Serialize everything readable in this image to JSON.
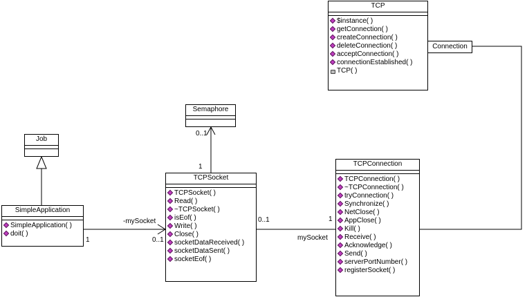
{
  "classes": {
    "tcp": {
      "name": "TCP",
      "ops": [
        "$instance( )",
        "getConnection( )",
        "createConnection( )",
        "deleteConnection( )",
        "acceptConnection( )",
        "connectionEstablished( )",
        "TCP( )"
      ]
    },
    "semaphore": {
      "name": "Semaphore"
    },
    "job": {
      "name": "Job"
    },
    "simple_application": {
      "name": "SimpleApplication",
      "ops": [
        "SimpleApplication( )",
        "doit( )"
      ]
    },
    "tcp_socket": {
      "name": "TCPSocket",
      "ops": [
        "TCPSocket( )",
        "Read( )",
        "~TCPSocket( )",
        "isEof( )",
        "Write( )",
        "Close( )",
        "socketDataReceived( )",
        "socketDataSent( )",
        "socketEof( )"
      ]
    },
    "tcp_connection": {
      "name": "TCPConnection",
      "ops": [
        "TCPConnection( )",
        "~TCPConnection( )",
        "tryConnection( )",
        "Synchronize( )",
        "NetClose( )",
        "AppClose( )",
        "Kill( )",
        "Receive( )",
        "Acknowledge( )",
        "Send( )",
        "serverPortNumber( )",
        "registerSocket( )"
      ]
    }
  },
  "note": {
    "label": "Connection"
  },
  "labels": {
    "sem_mult_top": "0..1",
    "sem_mult_bottom": "1",
    "app_role": "-mySocket",
    "app_mult": "1",
    "app_target_mult": "0..1",
    "sock_conn_mult_left": "0..1",
    "sock_conn_mult_right": "1",
    "sock_conn_role": "mySocket"
  }
}
